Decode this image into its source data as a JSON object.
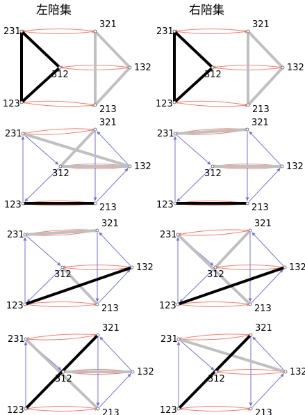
{
  "titles": {
    "left": "左陪集",
    "right": "右陪集"
  },
  "vertex_labels": [
    "231",
    "321",
    "132",
    "312",
    "123",
    "213"
  ],
  "colors": {
    "red_arc": "#f08070",
    "blue_arrow": "#7070e0",
    "gray_edge": "#c0c0c0",
    "black_edge": "#000000",
    "node": "#ffffff"
  },
  "panels": [
    {
      "id": "left-1",
      "style": "triangle",
      "gray": [
        [
          "321",
          "132"
        ],
        [
          "132",
          "213"
        ],
        [
          "321",
          "213"
        ]
      ],
      "black": [
        [
          "231",
          "312"
        ],
        [
          "312",
          "123"
        ],
        [
          "231",
          "123"
        ]
      ]
    },
    {
      "id": "right-1",
      "style": "triangle",
      "gray": [
        [
          "321",
          "132"
        ],
        [
          "132",
          "213"
        ],
        [
          "321",
          "213"
        ]
      ],
      "black": [
        [
          "231",
          "312"
        ],
        [
          "312",
          "123"
        ],
        [
          "231",
          "123"
        ]
      ]
    },
    {
      "id": "left-2",
      "style": "prism",
      "gray": [
        [
          "231",
          "132"
        ],
        [
          "321",
          "312"
        ],
        [
          "312",
          "132"
        ]
      ],
      "black": [
        [
          "123",
          "213"
        ]
      ]
    },
    {
      "id": "right-2",
      "style": "prism",
      "gray": [
        [
          "231",
          "321"
        ],
        [
          "312",
          "132"
        ]
      ],
      "black": [
        [
          "123",
          "213"
        ]
      ]
    },
    {
      "id": "left-3",
      "style": "prism",
      "gray": [
        [
          "231",
          "321"
        ],
        [
          "312",
          "213"
        ]
      ],
      "black": [
        [
          "123",
          "132"
        ]
      ]
    },
    {
      "id": "right-3",
      "style": "prism",
      "gray": [
        [
          "231",
          "213"
        ],
        [
          "321",
          "312"
        ]
      ],
      "black": [
        [
          "123",
          "132"
        ]
      ]
    },
    {
      "id": "left-4",
      "style": "prism",
      "gray": [
        [
          "231",
          "213"
        ],
        [
          "312",
          "132"
        ]
      ],
      "black": [
        [
          "123",
          "321"
        ]
      ]
    },
    {
      "id": "right-4",
      "style": "prism",
      "gray": [
        [
          "231",
          "132"
        ]
      ],
      "black": [
        [
          "123",
          "321"
        ]
      ]
    }
  ]
}
